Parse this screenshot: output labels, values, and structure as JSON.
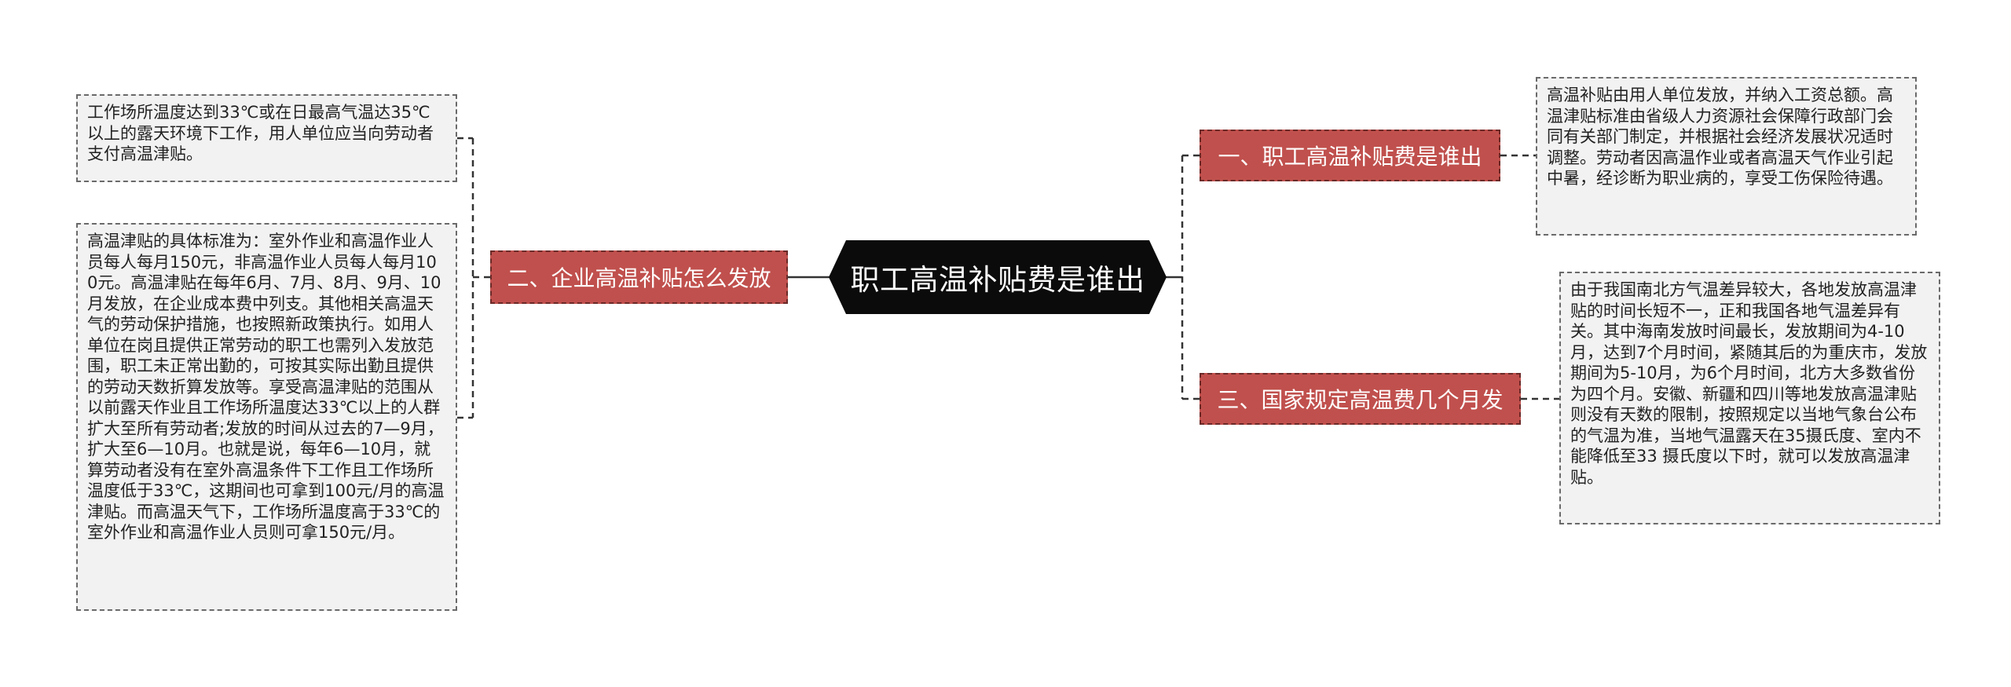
{
  "root": {
    "title": "职工高温补贴费是谁出"
  },
  "branches": [
    {
      "label": "一、职工高温补贴费是谁出"
    },
    {
      "label": "二、企业高温补贴怎么发放"
    },
    {
      "label": "三、国家规定高温费几个月发"
    }
  ],
  "leaves": [
    {
      "text": "高温补贴由用人单位发放，并纳入工资总额。高温津贴标准由省级人力资源社会保障行政部门会同有关部门制定，并根据社会经济发展状况适时调整。劳动者因高温作业或者高温天气作业引起中暑，经诊断为职业病的，享受工伤保险待遇。"
    },
    {
      "text": "工作场所温度达到33℃或在日最高气温达35℃以上的露天环境下工作，用人单位应当向劳动者支付高温津贴。"
    },
    {
      "text": "高温津贴的具体标准为：室外作业和高温作业人员每人每月150元，非高温作业人员每人每月100元。高温津贴在每年6月、7月、8月、9月、10月发放，在企业成本费中列支。其他相关高温天气的劳动保护措施，也按照新政策执行。如用人单位在岗且提供正常劳动的职工也需列入发放范围，职工未正常出勤的，可按其实际出勤且提供的劳动天数折算发放等。享受高温津贴的范围从以前露天作业且工作场所温度达33℃以上的人群扩大至所有劳动者;发放的时间从过去的7—9月，扩大至6—10月。也就是说，每年6—10月，就算劳动者没有在室外高温条件下工作且工作场所温度低于33℃，这期间也可拿到100元/月的高温津贴。而高温天气下，工作场所温度高于33℃的室外作业和高温作业人员则可拿150元/月。"
    },
    {
      "text": "由于我国南北方气温差异较大，各地发放高温津贴的时间长短不一，正和我国各地气温差异有关。其中海南发放时间最长，发放期间为4-10月，达到7个月时间，紧随其后的为重庆市，发放期间为5-10月，为6个月时间，北方大多数省份为四个月。安徽、新疆和四川等地发放高温津贴则没有天数的限制，按照规定以当地气象台公布的气温为准，当地气温露天在35摄氏度、室内不能降低至33 摄氏度以下时，就可以发放高温津贴。"
    }
  ]
}
